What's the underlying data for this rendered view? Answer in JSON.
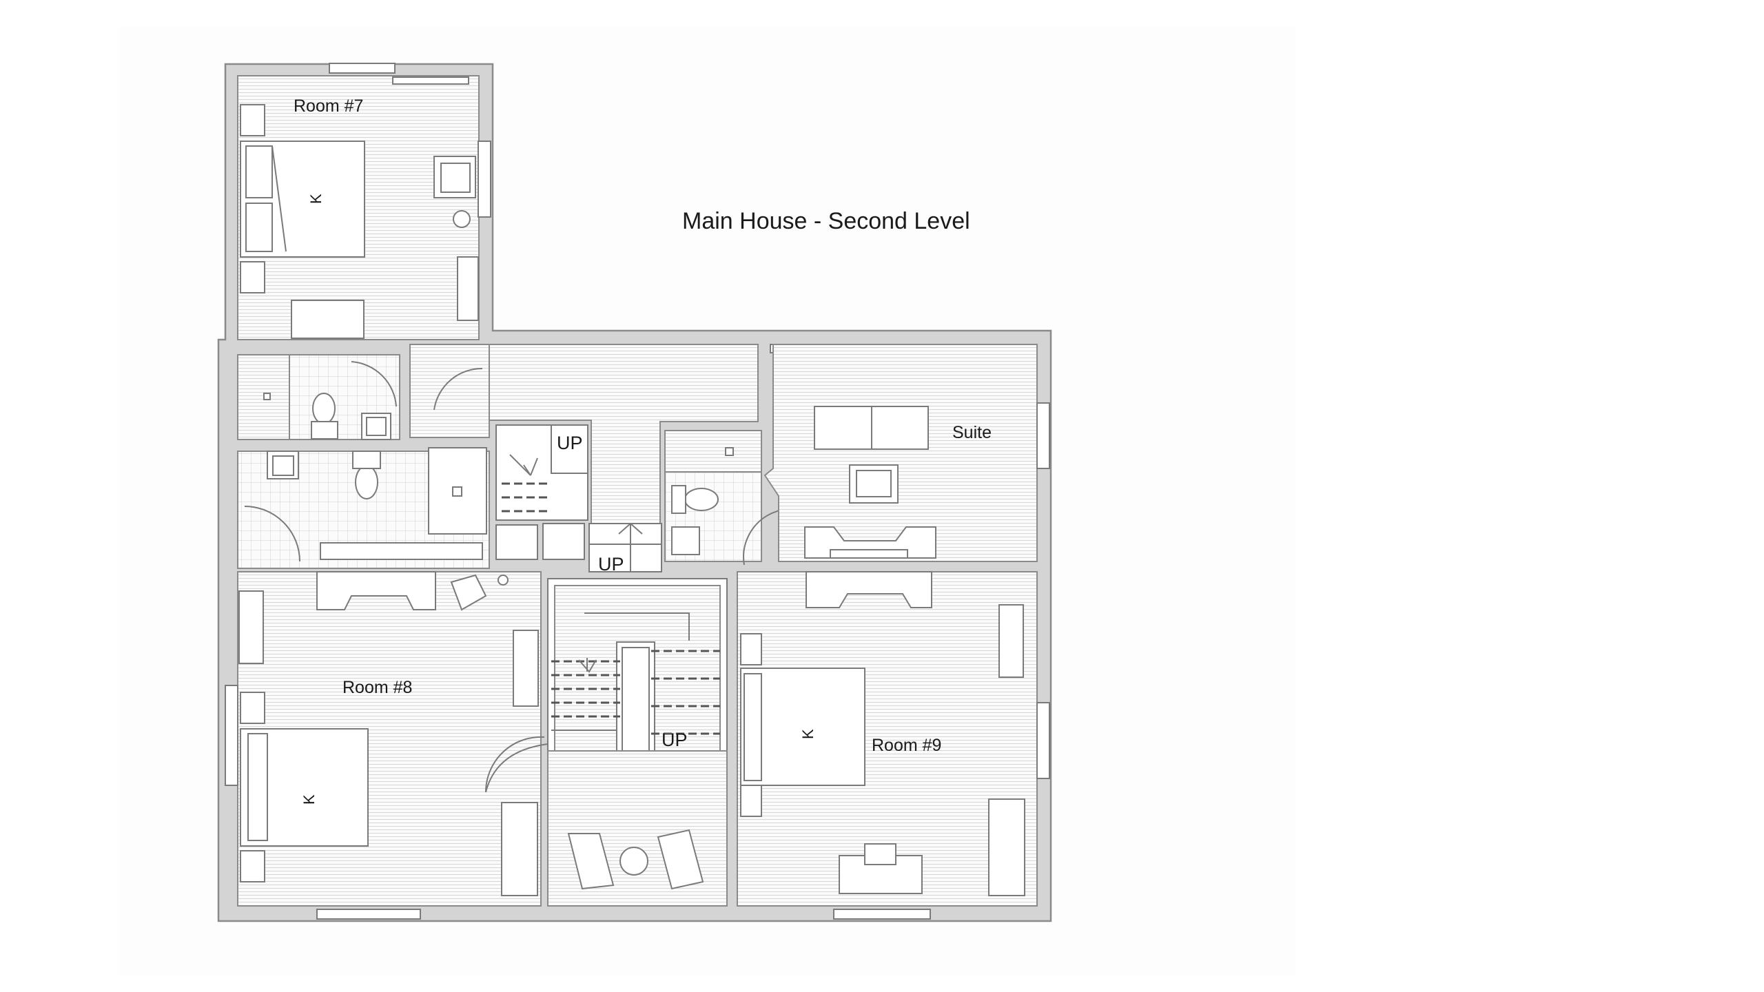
{
  "plan": {
    "title": "Main House - Second Level",
    "rooms": {
      "room7": "Room #7",
      "room8": "Room #8",
      "room9": "Room #9",
      "suite": "Suite"
    },
    "bed_marks": {
      "room7": "K",
      "room8": "K",
      "room9": "K"
    },
    "stair_marks": {
      "upper": "UP",
      "middle": "UP",
      "main": "UP"
    }
  },
  "colors": {
    "wall_fill": "#d4d4d4",
    "line": "#7a7a7a",
    "text": "#1a1a1a"
  }
}
